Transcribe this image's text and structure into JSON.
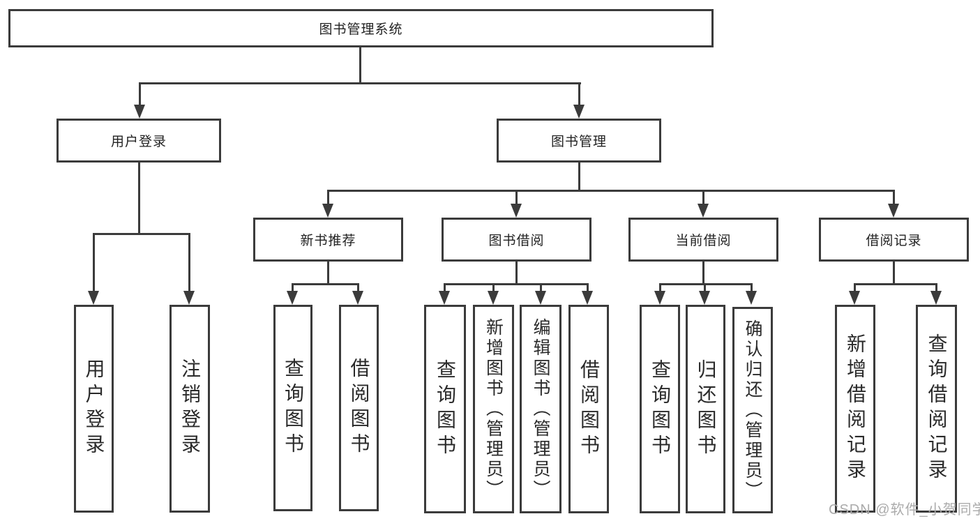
{
  "diagram": {
    "root": {
      "label": "图书管理系统"
    },
    "level2": [
      {
        "label": "用户登录"
      },
      {
        "label": "图书管理"
      }
    ],
    "level3": [
      {
        "label": "新书推荐"
      },
      {
        "label": "图书借阅"
      },
      {
        "label": "当前借阅"
      },
      {
        "label": "借阅记录"
      }
    ],
    "leaves": {
      "user_login": [
        "用户登录",
        "注销登录"
      ],
      "new_book": [
        "查询图书",
        "借阅图书"
      ],
      "book_borrow": [
        "查询图书",
        "新增图书（管理员）",
        "编辑图书（管理员）",
        "借阅图书"
      ],
      "current_borrow": [
        "查询图书",
        "归还图书",
        "确认归还（管理员）"
      ],
      "borrow_record": [
        "新增借阅记录",
        "查询借阅记录"
      ]
    },
    "watermark": "CSDN @软件_小贺同学",
    "colors": {
      "line": "#3b3b3b",
      "text": "#222222",
      "watermark": "#ababab",
      "background": "#ffffff"
    }
  }
}
